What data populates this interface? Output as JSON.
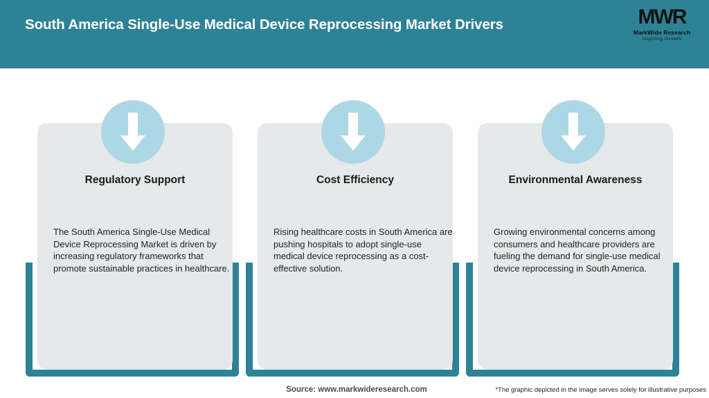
{
  "header": {
    "title": "South America Single-Use Medical Device Reprocessing Market Drivers",
    "background_color": "#2d8296",
    "title_color": "#ffffff"
  },
  "logo": {
    "mark": "MWR",
    "name": "MarkWide Research",
    "tagline": "Inspiring Growth"
  },
  "cards": [
    {
      "icon": "down-arrow-icon",
      "title": "Regulatory Support",
      "body": "The South America Single-Use Medical Device Reprocessing Market is driven by increasing regulatory frameworks that promote sustainable practices in healthcare."
    },
    {
      "icon": "down-arrow-icon",
      "title": "Cost Efficiency",
      "body": "Rising healthcare costs in South America are pushing hospitals to adopt single-use medical device reprocessing as a cost-effective solution."
    },
    {
      "icon": "down-arrow-icon",
      "title": "Environmental Awareness",
      "body": "Growing environmental concerns among consumers and healthcare providers are fueling the demand for single-use medical device reprocessing in South America."
    }
  ],
  "footer": {
    "source": "Source: www.markwideresearch.com",
    "disclaimer": "*The graphic depicted in the image serves solely for illustrative purposes"
  },
  "colors": {
    "teal": "#2d8296",
    "card_gray": "#e6e9ea",
    "icon_blue": "#aed7e6",
    "white": "#ffffff"
  }
}
